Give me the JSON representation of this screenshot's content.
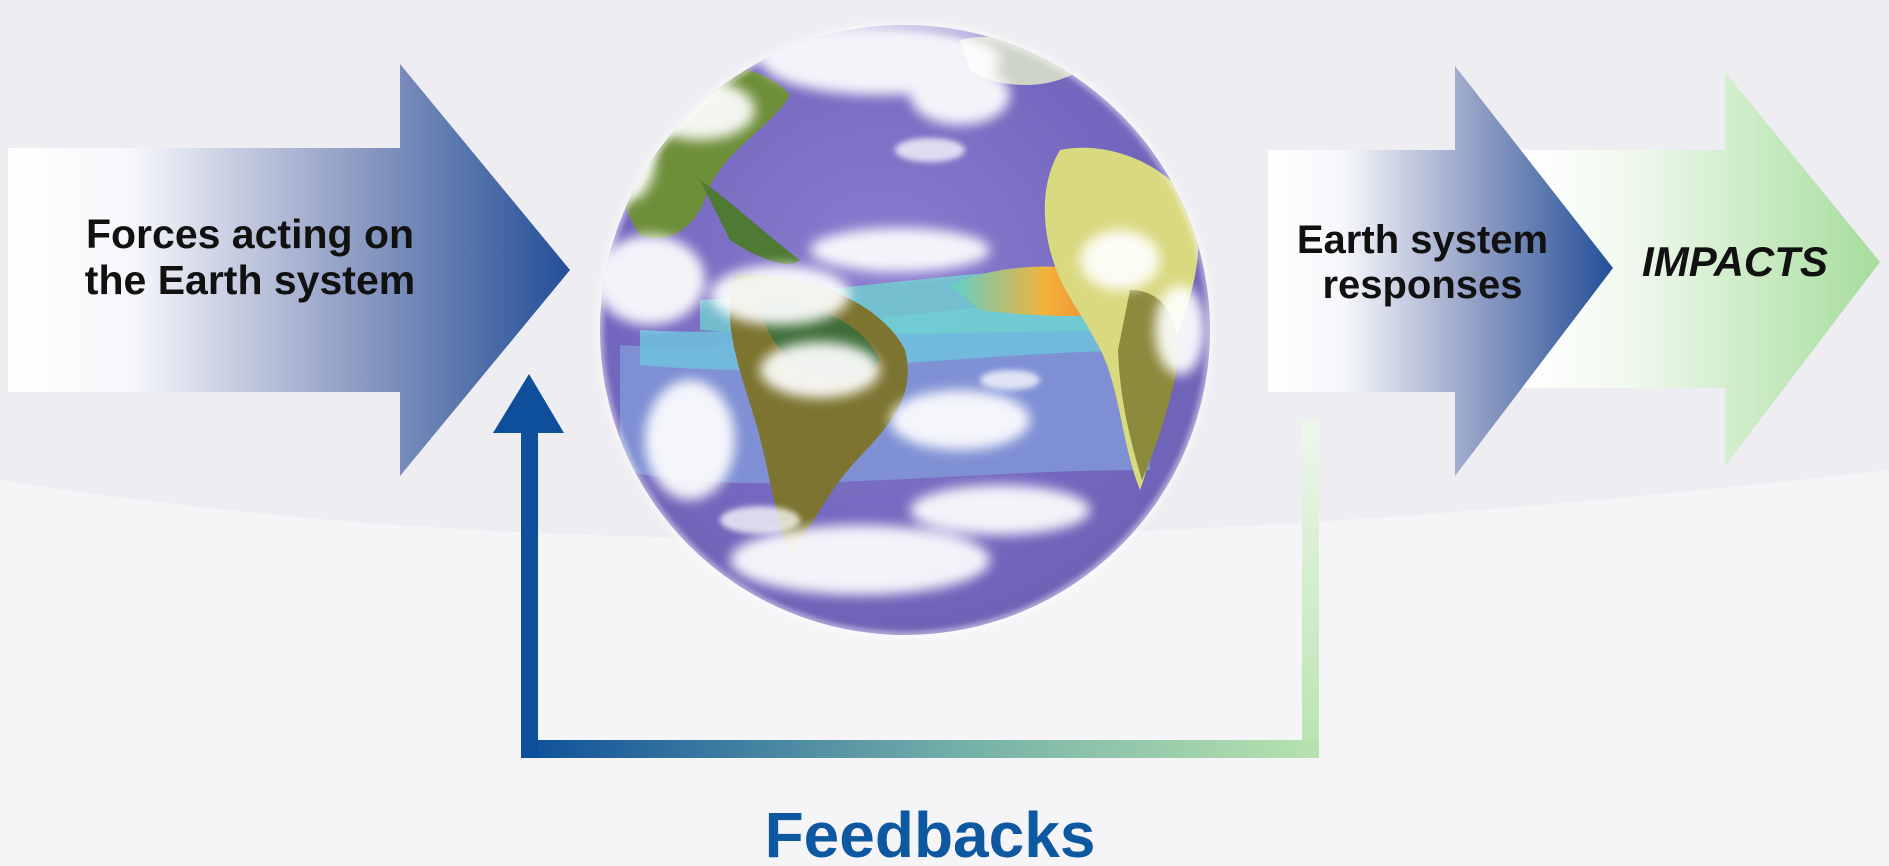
{
  "labels": {
    "forces": "Forces acting on the Earth system",
    "responses": "Earth system responses",
    "impacts": "IMPACTS",
    "feedbacks": "Feedbacks"
  },
  "colors": {
    "arrow_blue": "#2c5a9e",
    "arrow_green": "#a9dea0",
    "feedback_text": "#0d58a0",
    "background": "#eeeef2"
  }
}
